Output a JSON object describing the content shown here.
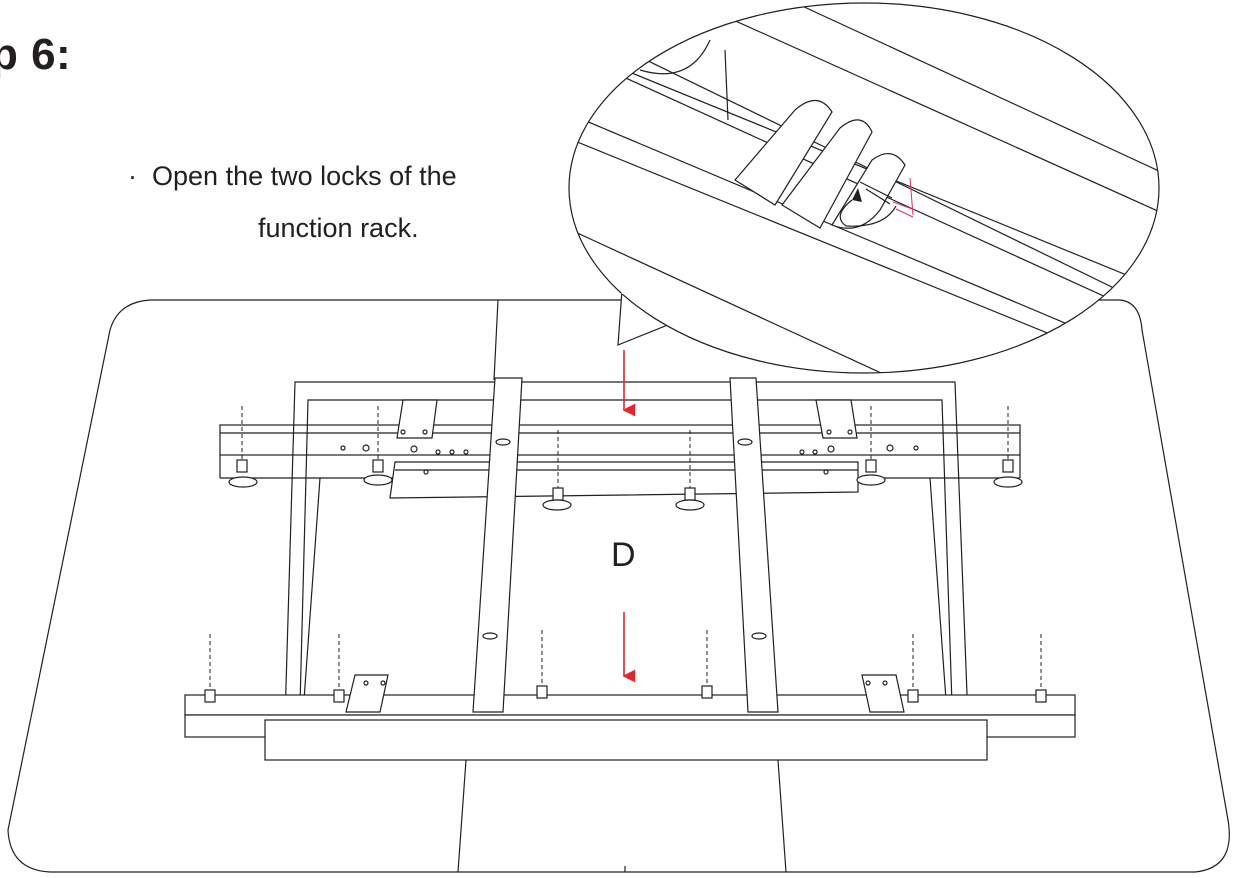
{
  "step": {
    "title": "ep 6:"
  },
  "instruction": {
    "bullet": "·",
    "line1": "Open the two locks of the",
    "line2": "function rack."
  },
  "diagram": {
    "part_label": "D"
  },
  "colors": {
    "line": "#231f20",
    "arrow": "#e3262b",
    "lock_accent": "#d6336c",
    "background": "#ffffff"
  }
}
